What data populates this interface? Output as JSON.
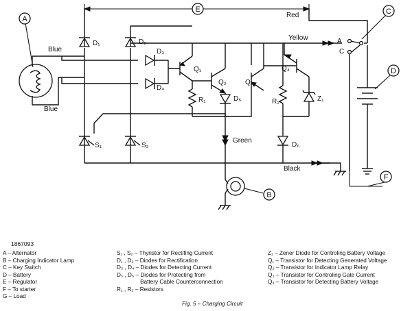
{
  "figure_number": "1867093",
  "caption": "Fig. 5 – Charging Circuit",
  "circle_labels": {
    "A": "A",
    "B": "B",
    "C": "C",
    "D": "D",
    "E": "E",
    "F": "F"
  },
  "wire_labels": {
    "red": "Red",
    "yellow": "Yellow",
    "blue_top": "Blue",
    "blue_bottom": "Blue",
    "green": "Green",
    "black": "Black"
  },
  "components": {
    "D1": "D₁",
    "D2": "D₂",
    "D3": "D₃",
    "D4": "D₄",
    "D5": "D₅",
    "D6": "D₆",
    "Q1": "Q₁",
    "Q2": "Q₂",
    "Q3": "Q₃",
    "Q4": "Q₄",
    "R1": "R₁",
    "R2": "R₂",
    "S1": "S₁",
    "S2": "S₂",
    "Z1": "Z₁",
    "switch_A": "A",
    "switch_C": "C"
  },
  "legend": {
    "col1": [
      "A – Alternator",
      "B – Charging Indicator Lamp",
      "C – Key Switch",
      "D – Battery",
      "E – Regulator",
      "F – To starter",
      "G – Load"
    ],
    "col2": [
      "S₁ , S₂  – Thyristor for Rectifing Current",
      "D₁ , D₂  – Diodes for Rectification",
      "D₃ , D₄  – Diodes for Detecting Current",
      "D₅ , D₆  – Diodes for Protecting from",
      "               Battery Cable Counterconnection",
      "R₁ , R₂  – Resistors"
    ],
    "col3": [
      "Z₁  – Zener Diode for Controling Battery Voltage",
      "Q₁  – Transistor for Detecting Generated Voltage",
      "Q₂  – Transistor for Indicator Lamp Relay",
      "Q₃  – Transistor for Controling Gate Current",
      "Q₄  – Transistor for Detecting Battery Voltage"
    ]
  }
}
